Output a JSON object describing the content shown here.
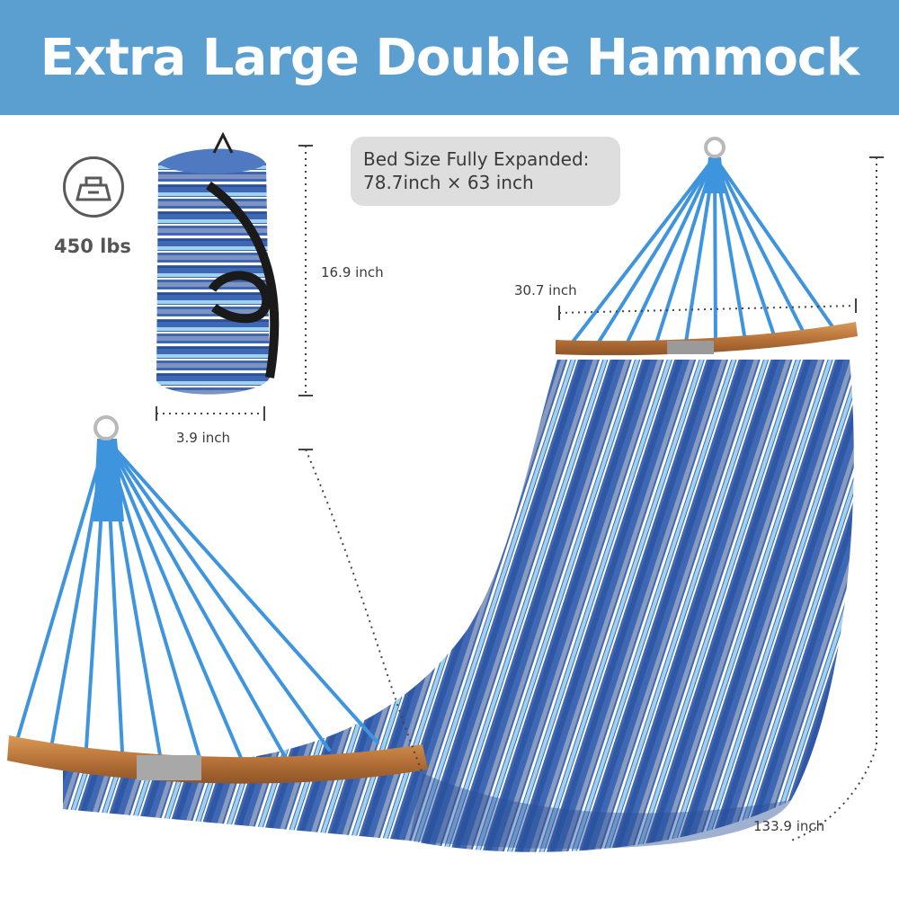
{
  "header": {
    "title": "Extra Large Double Hammock"
  },
  "capacity": {
    "icon": "weight-icon",
    "label": "450 lbs"
  },
  "bed_size": {
    "line1": "Bed Size Fully Expanded:",
    "line2": "78.7inch × 63 inch"
  },
  "dimensions": {
    "bag_height": "16.9 inch",
    "bag_width": "3.9 inch",
    "bar_width": "30.7 inch",
    "total_length": "133.9 inch"
  },
  "colors": {
    "banner": "#5b9fd1",
    "rope": "#3f95dd",
    "fabric_dark": "#3e68b4",
    "fabric_light": "#9fd2f0",
    "wood": "#b8733a",
    "dim_line": "#444444"
  }
}
